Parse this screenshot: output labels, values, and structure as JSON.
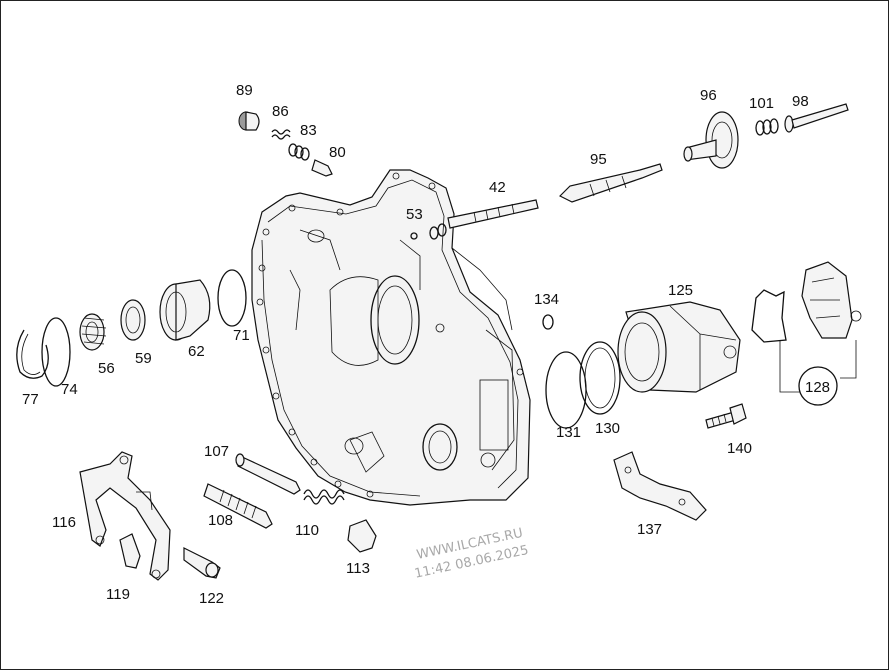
{
  "labels": {
    "p89": "89",
    "p86": "86",
    "p83": "83",
    "p80": "80",
    "p96": "96",
    "p101": "101",
    "p98": "98",
    "p95": "95",
    "p42": "42",
    "p53": "53",
    "p134": "134",
    "p125": "125",
    "p71": "71",
    "p62": "62",
    "p59": "59",
    "p56": "56",
    "p74": "74",
    "p77": "77",
    "p131": "131",
    "p130": "130",
    "p128": "128",
    "p140": "140",
    "p107": "107",
    "p108": "108",
    "p110": "110",
    "p113": "113",
    "p116": "116",
    "p119": "119",
    "p122": "122",
    "p137": "137"
  },
  "watermark": {
    "line1": "WWW.ILCATS.RU",
    "line2": "11:42 08.06.2025"
  },
  "colors": {
    "line": "#111111",
    "watermark": "#a8a8a8",
    "background": "#ffffff"
  }
}
